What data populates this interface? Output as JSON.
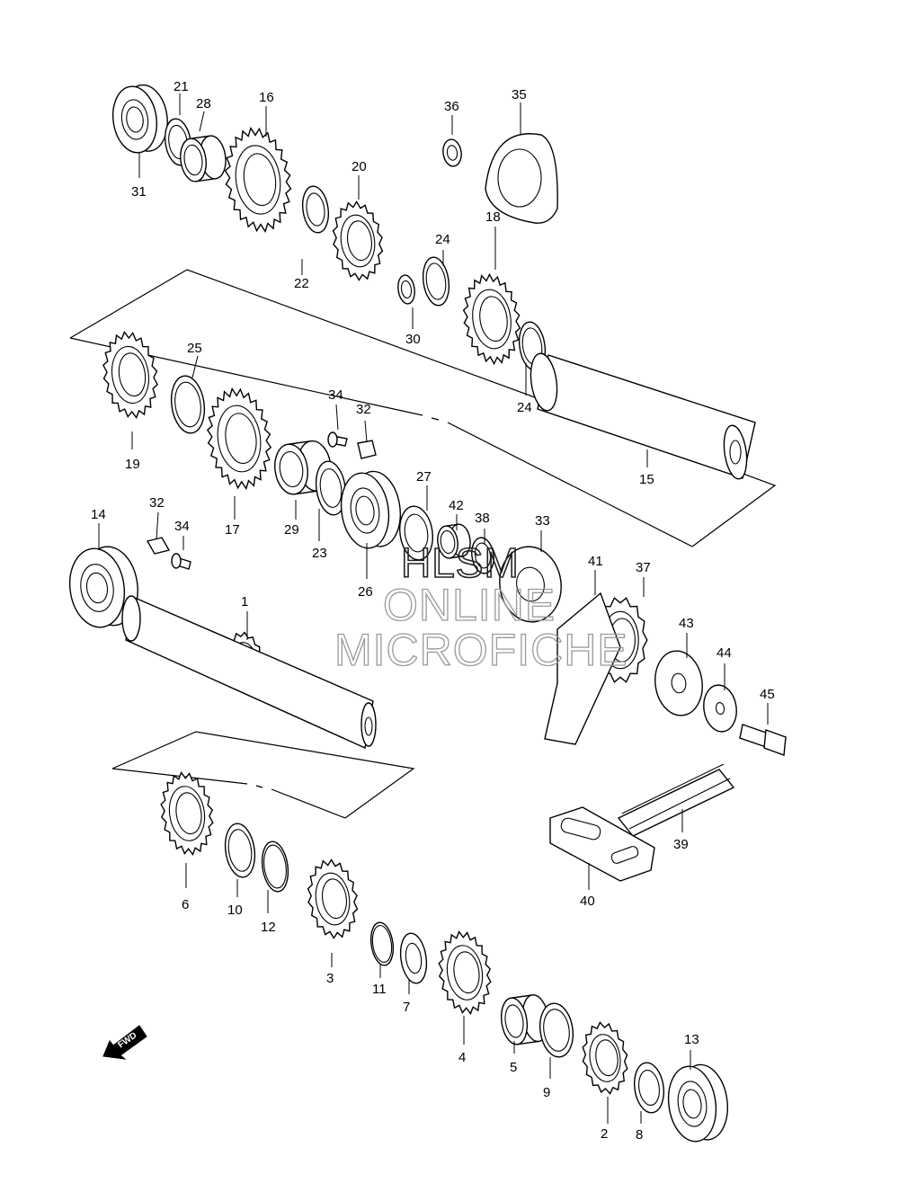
{
  "diagram": {
    "watermark": {
      "line1": "HLSM",
      "line2": "ONLINE",
      "line3": "MICROFICHE"
    },
    "fwd_label": "FWD",
    "callouts": {
      "c1": "1",
      "c2": "2",
      "c3": "3",
      "c4": "4",
      "c5": "5",
      "c6": "6",
      "c7": "7",
      "c8": "8",
      "c9": "9",
      "c10": "10",
      "c11": "11",
      "c12": "12",
      "c13": "13",
      "c14": "14",
      "c15": "15",
      "c16": "16",
      "c17": "17",
      "c18": "18",
      "c19": "19",
      "c20": "20",
      "c21": "21",
      "c22": "22",
      "c23": "23",
      "c24a": "24",
      "c24b": "24",
      "c25": "25",
      "c26": "26",
      "c27": "27",
      "c28": "28",
      "c29": "29",
      "c30": "30",
      "c31": "31",
      "c32a": "32",
      "c32b": "32",
      "c33": "33",
      "c34a": "34",
      "c34b": "34",
      "c35": "35",
      "c36": "36",
      "c37": "37",
      "c38": "38",
      "c39": "39",
      "c40": "40",
      "c41": "41",
      "c42": "42",
      "c43": "43",
      "c44": "44",
      "c45": "45"
    }
  }
}
